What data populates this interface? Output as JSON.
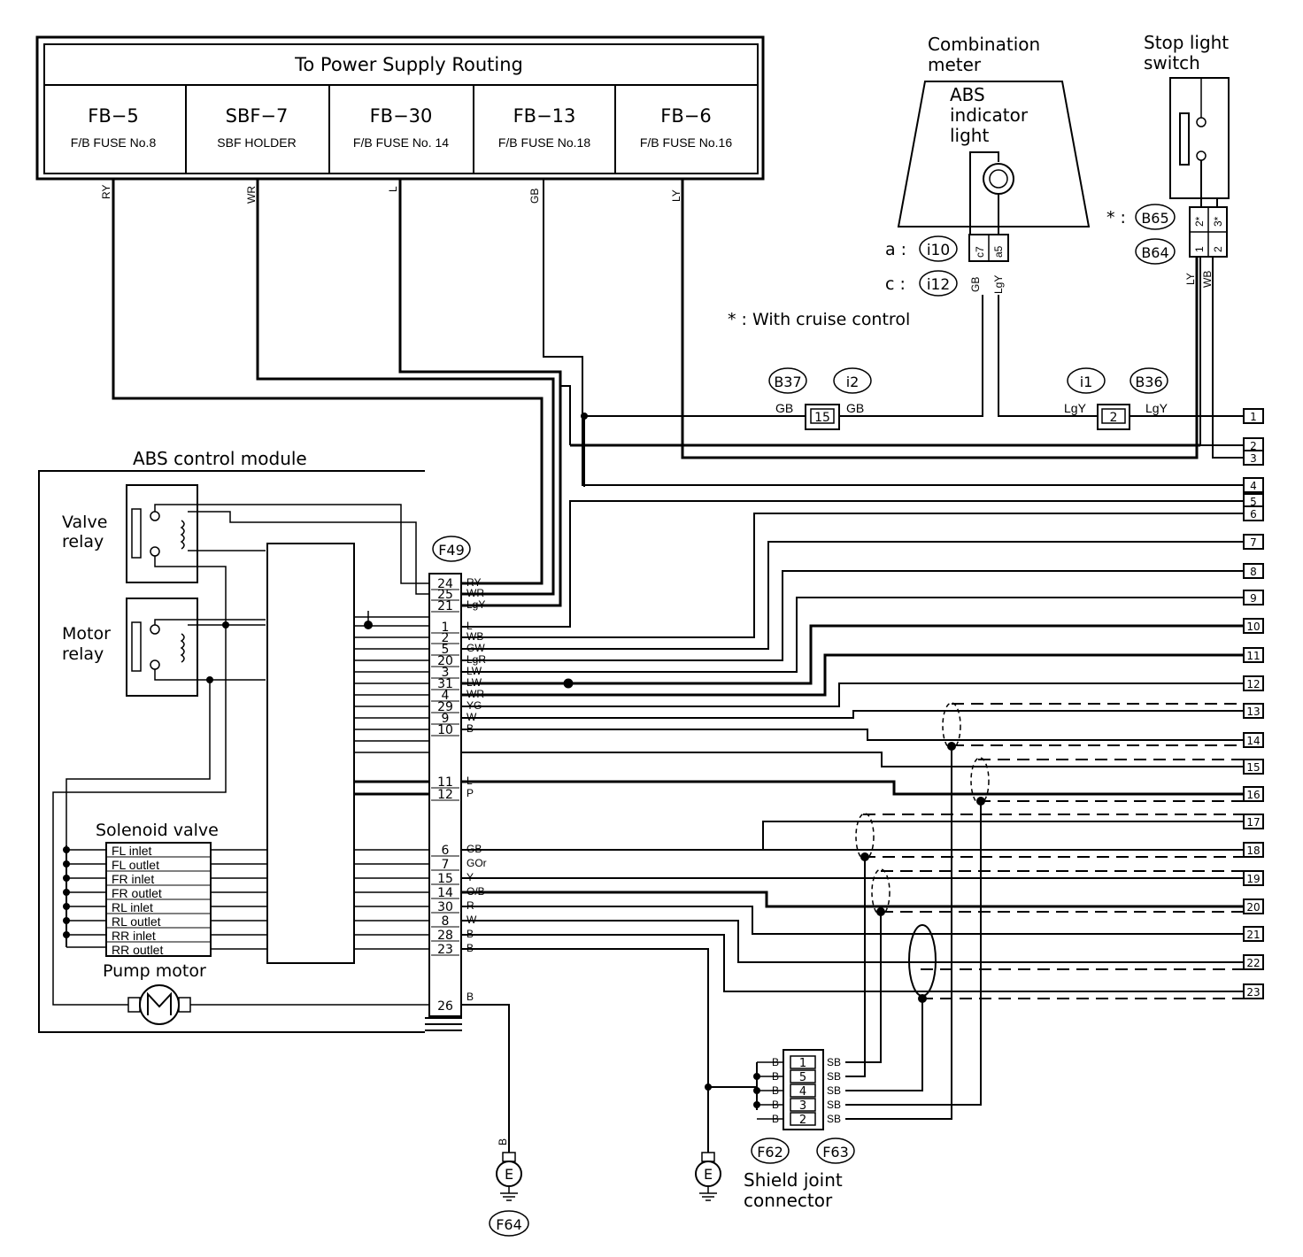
{
  "power_supply": {
    "title": "To Power Supply Routing",
    "fuses": [
      {
        "code": "FB−5",
        "desc": "F/B FUSE No.8",
        "wire": "RY"
      },
      {
        "code": "SBF−7",
        "desc": "SBF HOLDER",
        "wire": "WR"
      },
      {
        "code": "FB−30",
        "desc": "F/B FUSE No. 14",
        "wire": "L"
      },
      {
        "code": "FB−13",
        "desc": "F/B FUSE No.18",
        "wire": "GB"
      },
      {
        "code": "FB−6",
        "desc": "F/B FUSE No.16",
        "wire": "LY"
      }
    ]
  },
  "combination_meter": {
    "title_line1": "Combination",
    "title_line2": "meter",
    "lamp_line1": "ABS",
    "lamp_line2": "indicator",
    "lamp_line3": "light",
    "pins": [
      "c7",
      "a5"
    ],
    "wires": [
      "GB",
      "LgY"
    ],
    "connector_a_prefix": "a :",
    "connector_a": "i10",
    "connector_c_prefix": "c :",
    "connector_c": "i12"
  },
  "stop_light_switch": {
    "title_line1": "Stop light",
    "title_line2": "switch",
    "asterisk": "* :",
    "connector_star": "B65",
    "connector": "B64",
    "pins": [
      "2*",
      "3*",
      "1",
      "2"
    ],
    "wires": [
      "LY",
      "WB"
    ]
  },
  "cruise_note": "* : With cruise control",
  "mid_connectors": {
    "left": {
      "codes": [
        "B37",
        "i2"
      ],
      "pin": "15",
      "wire_l": "GB",
      "wire_r": "GB"
    },
    "right": {
      "codes": [
        "i1",
        "B36"
      ],
      "pin": "2",
      "wire_l": "LgY",
      "wire_r": "LgY"
    }
  },
  "abs_module": {
    "title": "ABS control module",
    "valve_relay": [
      "Valve",
      "relay"
    ],
    "motor_relay": [
      "Motor",
      "relay"
    ],
    "solenoid_title": "Solenoid valve",
    "solenoids": [
      "FL inlet",
      "FL outlet",
      "FR inlet",
      "FR outlet",
      "RL inlet",
      "RL outlet",
      "RR inlet",
      "RR outlet"
    ],
    "pump_motor": "Pump motor",
    "connector": "F49",
    "pins_upper": [
      {
        "pin": "24",
        "wire": "RY"
      },
      {
        "pin": "25",
        "wire": "WR"
      },
      {
        "pin": "21",
        "wire": "LgY"
      },
      {
        "pin": "1",
        "wire": "L"
      },
      {
        "pin": "2",
        "wire": "WB"
      },
      {
        "pin": "5",
        "wire": "GW"
      },
      {
        "pin": "20",
        "wire": "LgR"
      },
      {
        "pin": "3",
        "wire": "LW"
      },
      {
        "pin": "31",
        "wire": "LW"
      },
      {
        "pin": "4",
        "wire": "WR"
      },
      {
        "pin": "29",
        "wire": "YG"
      },
      {
        "pin": "9",
        "wire": "W"
      },
      {
        "pin": "10",
        "wire": "B"
      },
      {
        "pin": "11",
        "wire": "L"
      },
      {
        "pin": "12",
        "wire": "P"
      }
    ],
    "pins_lower": [
      {
        "pin": "6",
        "wire": "GB"
      },
      {
        "pin": "7",
        "wire": "GOr"
      },
      {
        "pin": "15",
        "wire": "Y"
      },
      {
        "pin": "14",
        "wire": "O/B"
      },
      {
        "pin": "30",
        "wire": "R"
      },
      {
        "pin": "8",
        "wire": "W"
      },
      {
        "pin": "28",
        "wire": "B"
      },
      {
        "pin": "23",
        "wire": "B"
      }
    ],
    "pin_ground": {
      "pin": "26",
      "wire": "B"
    }
  },
  "right_terminals": [
    "1",
    "2",
    "3",
    "4",
    "5",
    "6",
    "7",
    "8",
    "9",
    "10",
    "11",
    "12",
    "13",
    "14",
    "15",
    "16",
    "17",
    "18",
    "19",
    "20",
    "21",
    "22",
    "23"
  ],
  "shield_joint": {
    "title_line1": "Shield joint",
    "title_line2": "connector",
    "connectors": [
      "F62",
      "F63"
    ],
    "pins": [
      "1",
      "5",
      "4",
      "3",
      "2"
    ],
    "left_wires": [
      "B",
      "B",
      "B",
      "B",
      "B"
    ],
    "right_wires": [
      "SB",
      "SB",
      "SB",
      "SB",
      "SB"
    ]
  },
  "grounds": [
    {
      "symbol": "E",
      "wire": "B",
      "connector": "F64"
    },
    {
      "symbol": "E",
      "wire": "",
      "connector": ""
    }
  ]
}
